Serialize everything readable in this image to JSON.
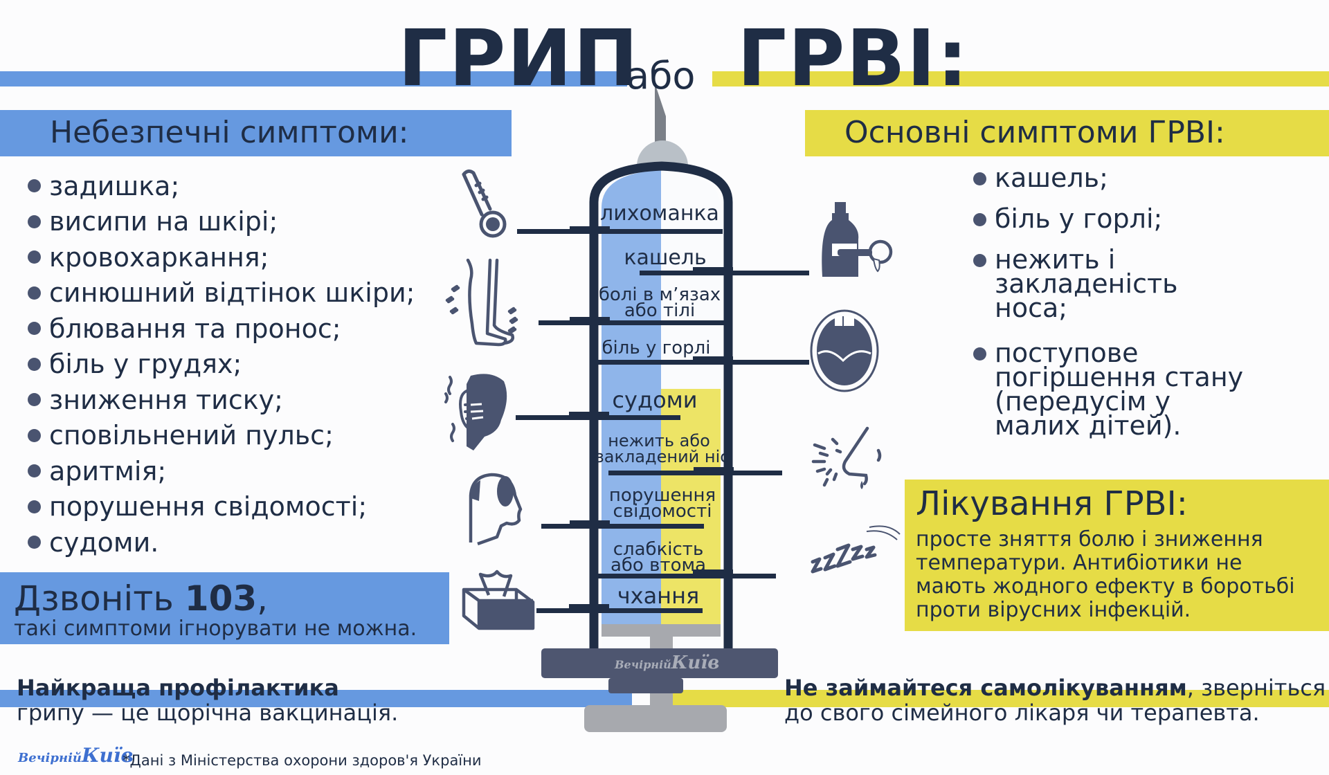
{
  "title": {
    "part1": "ГРИП",
    "connector": "або",
    "part2": "ГРВІ:"
  },
  "colors": {
    "flu_blue": "#6699e0",
    "arvi_yellow": "#e6dc46",
    "text_dark": "#1f2d45",
    "icon_gray": "#4a5470"
  },
  "flu": {
    "heading": "Небезпечні симптоми:",
    "symptoms": [
      "задишка;",
      "висипи на шкірі;",
      "кровохаркання;",
      "синюшний відтінок шкіри;",
      "блювання та пронос;",
      "біль у грудях;",
      "зниження тиску;",
      "сповільнений пульс;",
      "аритмія;",
      "порушення свідомості;",
      "судоми."
    ],
    "call": {
      "prefix": "Дзвоніть ",
      "number": "103",
      "suffix": ",",
      "subtitle": "такі симптоми ігнорувати не можна."
    },
    "prevention": {
      "bold": "Найкраща профілактика",
      "rest": "грипу — це щорічна вакцинація."
    }
  },
  "arvi": {
    "heading": "Основні симптоми ГРВІ:",
    "symptoms": [
      "кашель;",
      "біль у горлі;",
      "нежить і закладеність носа;",
      "поступове погіршення стану (передусім у малих дітей)."
    ],
    "treatment": {
      "heading": "Лікування ГРВІ:",
      "body": "просте зняття болю і зниження температури. Антибіотики не мають жодного ефекту в боротьбі проти вірусних інфекцій."
    },
    "advice": {
      "bold": "Не займайтеся самолікуванням",
      "rest_line1": ", зверніться",
      "rest_line2": "до свого сімейного лікаря чи терапевта."
    }
  },
  "syringe": {
    "labels": [
      {
        "line1": "лихоманка",
        "line2": ""
      },
      {
        "line1": "кашель",
        "line2": ""
      },
      {
        "line1": "болі в м’язах",
        "line2": "або тілі"
      },
      {
        "line1": "біль у горлі",
        "line2": ""
      },
      {
        "line1": "судоми",
        "line2": ""
      },
      {
        "line1": "нежить або",
        "line2": "закладений ніс"
      },
      {
        "line1": "порушення",
        "line2": "свідомості"
      },
      {
        "line1": "слабкість",
        "line2": "або втома"
      },
      {
        "line1": "чхання",
        "line2": ""
      }
    ],
    "watermark": {
      "word1": "Вечірній",
      "word2": "Київ"
    }
  },
  "icons": {
    "left": [
      "thermometer-icon",
      "aching-legs-icon",
      "headache-icon",
      "dizzy-head-icon",
      "tissue-box-icon"
    ],
    "right": [
      "cough-syrup-icon",
      "open-mouth-throat-icon",
      "sneezing-nose-icon",
      "sleep-zzz-icon"
    ]
  },
  "footer": {
    "logo": {
      "word1": "Вечірній",
      "word2": "Київ"
    },
    "source": "*Дані з Міністерства охорони здоров'я України"
  }
}
